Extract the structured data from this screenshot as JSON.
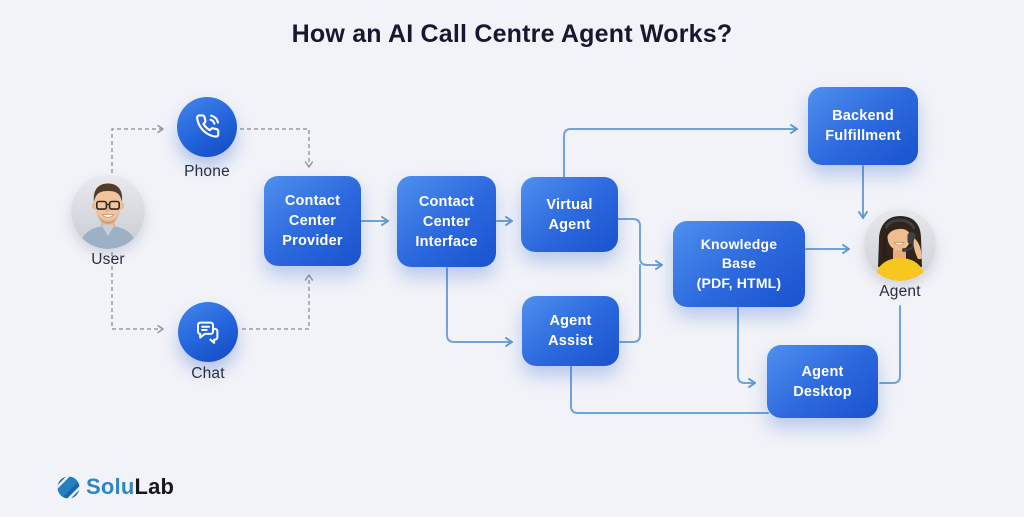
{
  "title": "How an AI Call Centre Agent Works?",
  "nodes": {
    "user": {
      "label": "User"
    },
    "phone": {
      "label": "Phone"
    },
    "chat": {
      "label": "Chat"
    },
    "agent": {
      "label": "Agent"
    },
    "contact_center_provider": {
      "lines": [
        "Contact",
        "Center",
        "Provider"
      ]
    },
    "contact_center_interface": {
      "lines": [
        "Contact",
        "Center",
        "Interface"
      ]
    },
    "virtual_agent": {
      "lines": [
        "Virtual",
        "Agent"
      ]
    },
    "agent_assist": {
      "lines": [
        "Agent",
        "Assist"
      ]
    },
    "knowledge_base": {
      "lines": [
        "Knowledge",
        "Base",
        "(PDF, HTML)"
      ]
    },
    "backend_fulfillment": {
      "lines": [
        "Backend",
        "Fulfillment"
      ]
    },
    "agent_desktop": {
      "lines": [
        "Agent",
        "Desktop"
      ]
    }
  },
  "logo": {
    "part1": "Solu",
    "part2": "Lab"
  },
  "colors": {
    "background": "#f2f3f8",
    "title_text": "#15182e",
    "box_gradient_start": "#4f90ee",
    "box_gradient_end": "#1953cd",
    "connector_solid": "#6fa3d9",
    "connector_dashed": "#949cab",
    "logo_blue": "#2e86c9"
  }
}
